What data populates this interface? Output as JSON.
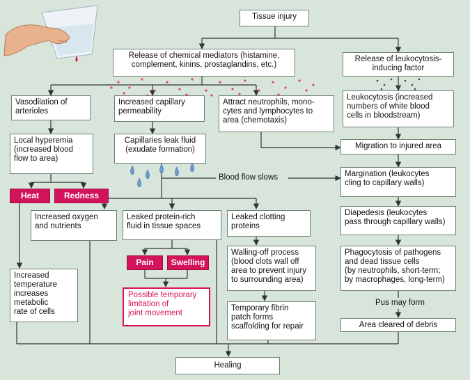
{
  "colors": {
    "background": "#d8e5da",
    "tag": "#d4145a",
    "line": "#3a3a3a",
    "droplet": "#6c9bd2",
    "dots": "#e0456b"
  },
  "nodes": {
    "tissue_injury": "Tissue injury",
    "release_mediators": "Release of chemical mediators (histamine,\ncomplement, kinins, prostaglandins, etc.)",
    "release_leukocytosis": "Release of leukocytosis-\ninducing factor",
    "vasodilation": "Vasodilation of\narterioles",
    "increased_permeability": "Increased capillary\npermeability",
    "attract_neutrophils": "Attract neutrophils, mono-\ncytes and lymphocytes to\narea (chemotaxis)",
    "leukocytosis": "Leukocytosis (increased\nnumbers of white blood\ncells in bloodstream)",
    "local_hyperemia": "Local hyperemia\n(increased blood\nflow to area)",
    "capillaries_leak": "Capillaries leak fluid\n(exudate formation)",
    "migration": "Migration to injured area",
    "margination": "Margination (leukocytes\ncling to capillary walls)",
    "increased_oxygen": "Increased oxygen\nand nutrients",
    "leaked_protein": "Leaked protein-rich\nfluid in tissue spaces",
    "leaked_clotting": "Leaked clotting\nproteins",
    "diapedesis": "Diapedesis (leukocytes\npass through capillary walls)",
    "increased_temperature": "Increased\ntemperature\nincreases\nmetabolic\nrate of cells",
    "walling_off": "Walling-off process\n(blood clots wall off\narea to prevent injury\nto surrounding area)",
    "phagocytosis": "Phagocytosis of pathogens\nand dead tissue cells\n(by neutrophils, short-term;\nby macrophages, long-term)",
    "fibrin_patch": "Temporary fibrin\npatch forms\nscaffolding for repair",
    "area_cleared": "Area cleared of debris",
    "healing": "Healing"
  },
  "signs": {
    "heat": "Heat",
    "redness": "Redness",
    "pain": "Pain",
    "swelling": "Swelling"
  },
  "outcome": {
    "joint": "Possible temporary\nlimitation of\njoint movement"
  },
  "labels": {
    "blood_flow_slows": "Blood flow slows",
    "pus_may_form": "Pus may form"
  }
}
